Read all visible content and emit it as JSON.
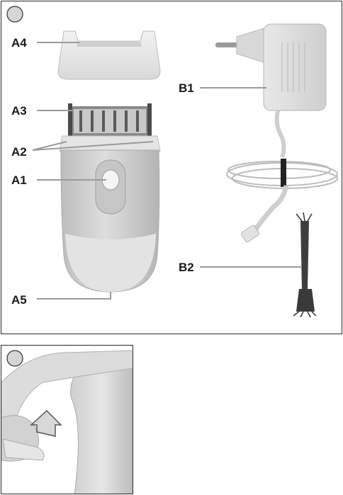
{
  "figure": {
    "panel_1": {
      "labels": {
        "a4": "A4",
        "a3": "A3",
        "a2": "A2",
        "a1": "A1",
        "a5": "A5",
        "b1": "B1",
        "b2": "B2"
      }
    },
    "panel_2": {}
  },
  "colors": {
    "device_body": "#d4d4d4",
    "device_light": "#ececec",
    "leader_line": "#9a9a9a",
    "outline": "#2a2a2a"
  }
}
